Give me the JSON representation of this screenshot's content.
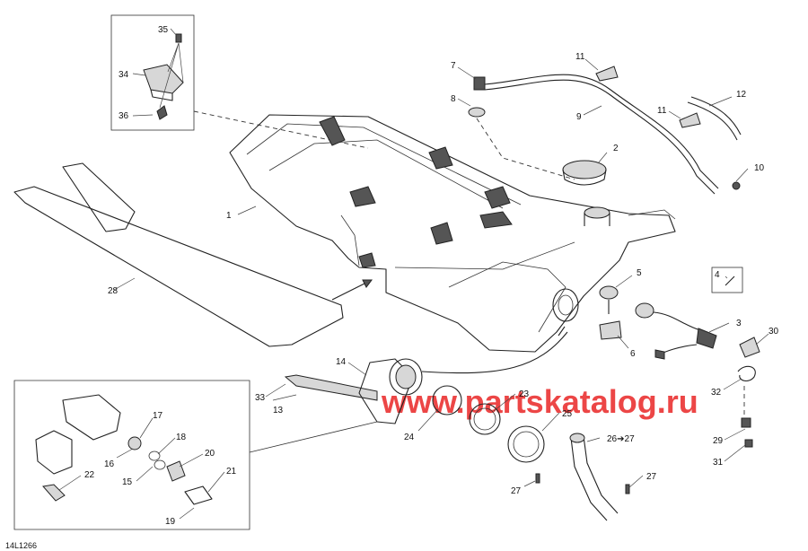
{
  "diagram": {
    "code": "14L1266",
    "watermark": "www.partskatalog.ru",
    "callouts": [
      {
        "id": "c1",
        "text": "1"
      },
      {
        "id": "c2",
        "text": "2"
      },
      {
        "id": "c3",
        "text": "3"
      },
      {
        "id": "c4",
        "text": "4"
      },
      {
        "id": "c5",
        "text": "5"
      },
      {
        "id": "c6",
        "text": "6"
      },
      {
        "id": "c7",
        "text": "7"
      },
      {
        "id": "c8",
        "text": "8"
      },
      {
        "id": "c9",
        "text": "9"
      },
      {
        "id": "c10",
        "text": "10"
      },
      {
        "id": "c11a",
        "text": "11"
      },
      {
        "id": "c11b",
        "text": "11"
      },
      {
        "id": "c12",
        "text": "12"
      },
      {
        "id": "c13",
        "text": "13"
      },
      {
        "id": "c14",
        "text": "14"
      },
      {
        "id": "c15",
        "text": "15"
      },
      {
        "id": "c16",
        "text": "16"
      },
      {
        "id": "c17",
        "text": "17"
      },
      {
        "id": "c18",
        "text": "18"
      },
      {
        "id": "c19",
        "text": "19"
      },
      {
        "id": "c20",
        "text": "20"
      },
      {
        "id": "c21",
        "text": "21"
      },
      {
        "id": "c22",
        "text": "22"
      },
      {
        "id": "c23",
        "text": "23"
      },
      {
        "id": "c24",
        "text": "24"
      },
      {
        "id": "c25",
        "text": "25"
      },
      {
        "id": "c26",
        "text": "26➔27"
      },
      {
        "id": "c27a",
        "text": "27"
      },
      {
        "id": "c27b",
        "text": "27"
      },
      {
        "id": "c28",
        "text": "28"
      },
      {
        "id": "c29",
        "text": "29"
      },
      {
        "id": "c30",
        "text": "30"
      },
      {
        "id": "c31",
        "text": "31"
      },
      {
        "id": "c32",
        "text": "32"
      },
      {
        "id": "c33",
        "text": "33"
      },
      {
        "id": "c34",
        "text": "34"
      },
      {
        "id": "c35",
        "text": "35"
      },
      {
        "id": "c36",
        "text": "36"
      }
    ]
  }
}
